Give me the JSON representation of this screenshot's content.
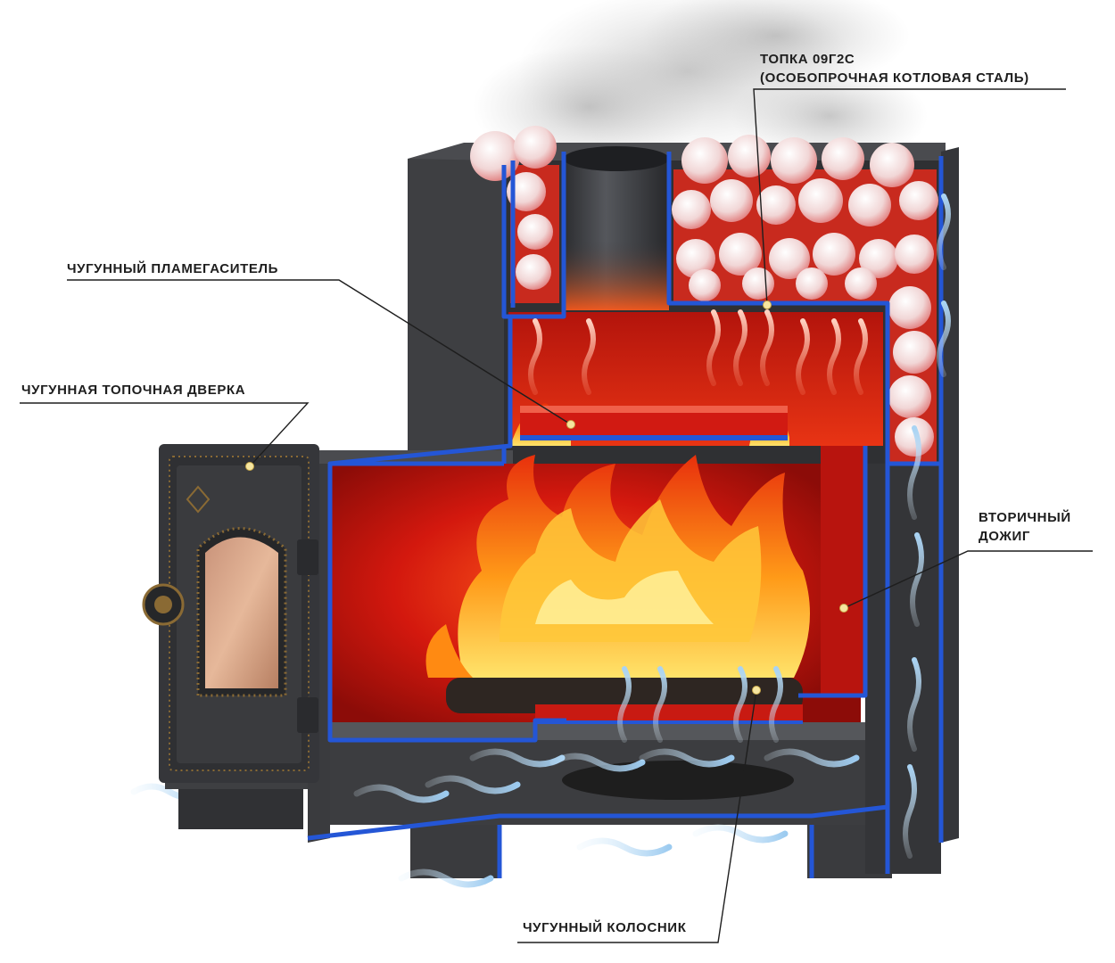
{
  "callouts": {
    "firebox_steel": {
      "line1": "ТОПКА 09Г2С",
      "line2": "(ОСОБОПРОЧНАЯ КОТЛОВАЯ СТАЛЬ)"
    },
    "flame_damper": "ЧУГУННЫЙ ПЛАМЕГАСИТЕЛЬ",
    "firebox_door": "ЧУГУННАЯ ТОПОЧНАЯ ДВЕРКА",
    "secondary_burn": {
      "line1": "ВТОРИЧНЫЙ",
      "line2": "ДОЖИГ"
    },
    "grate": "ЧУГУННЫЙ КОЛОСНИК"
  },
  "colors": {
    "steel_body": "#3a3b3e",
    "steel_edge": "#2456d6",
    "inner_glow": "#c4140c",
    "flame": "#ff8a12",
    "stones": "#f1c8c8",
    "air_flow": "#a8d4f4",
    "marker_dot": "#f6e6a0"
  }
}
